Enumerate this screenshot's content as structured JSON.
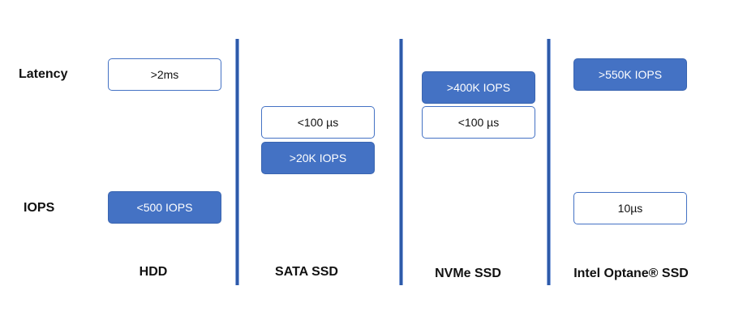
{
  "rows": {
    "latency_label": "Latency",
    "iops_label": "IOPS"
  },
  "columns": [
    {
      "label": "HDD"
    },
    {
      "label": "SATA SSD"
    },
    {
      "label": "NVMe SSD"
    },
    {
      "label": "Intel Optane® SSD"
    }
  ],
  "boxes": {
    "hdd_latency": ">2ms",
    "hdd_iops": "<500 IOPS",
    "sata_latency": "<100 µs",
    "sata_iops": ">20K IOPS",
    "nvme_iops": ">400K IOPS",
    "nvme_latency": "<100 µs",
    "optane_iops": ">550K IOPS",
    "optane_latency": "10µs"
  },
  "colors": {
    "accent": "#4472c4",
    "divider": "#2e5aa8"
  }
}
